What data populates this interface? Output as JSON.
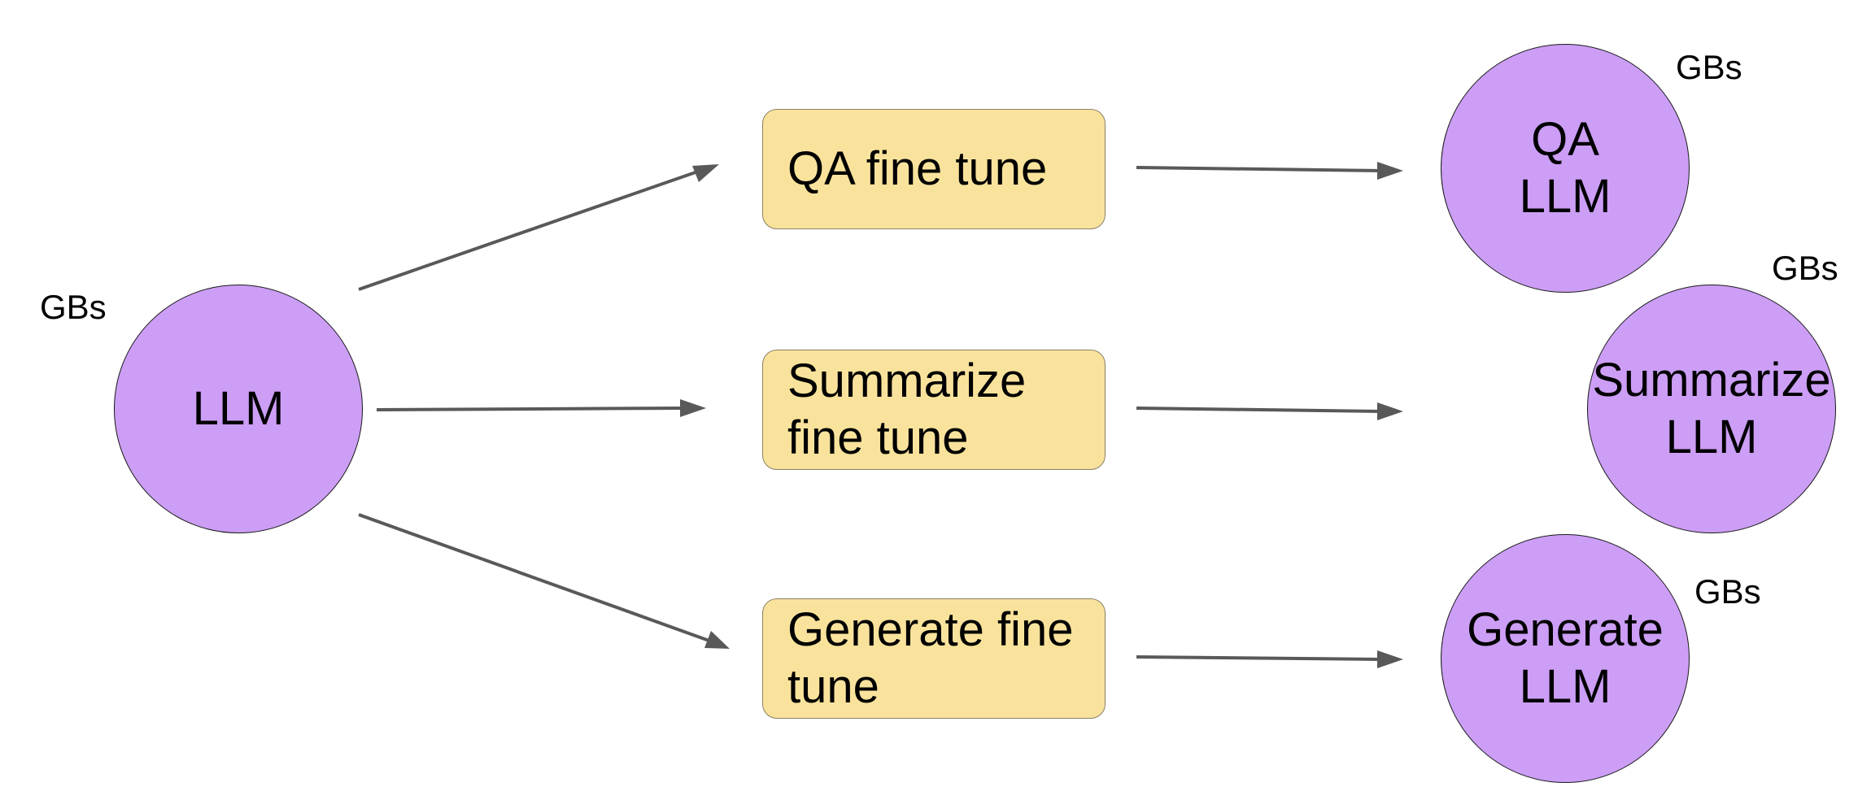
{
  "colors": {
    "model_fill": "#cc9ef5",
    "task_fill": "#f9e39c",
    "arrow": "#595959"
  },
  "base_model": {
    "label": "LLM",
    "size_label": "GBs"
  },
  "fine_tunes": [
    {
      "lines": [
        "QA fine tune"
      ]
    },
    {
      "lines": [
        "Summarize",
        "fine tune"
      ]
    },
    {
      "lines": [
        "Generate fine",
        "tune"
      ]
    }
  ],
  "tuned_models": [
    {
      "lines": [
        "QA",
        "LLM"
      ],
      "size_label": "GBs"
    },
    {
      "lines": [
        "Summarize",
        "LLM"
      ],
      "size_label": "GBs"
    },
    {
      "lines": [
        "Generate",
        "LLM"
      ],
      "size_label": "GBs"
    }
  ]
}
